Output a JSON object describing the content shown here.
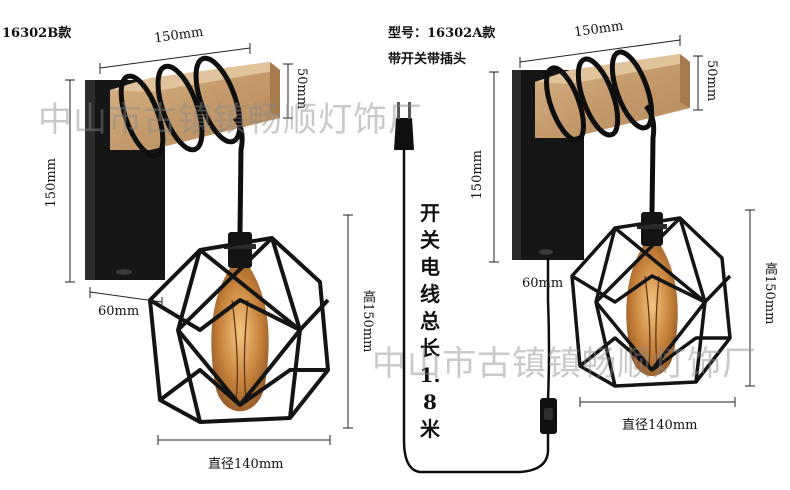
{
  "model_b_code": "16302B款",
  "model_a": {
    "model_line": "型号：16302A款",
    "feature_line": "带开关带插头"
  },
  "dims_b": {
    "width_top": "150mm",
    "height_block": "50mm",
    "height_backplate": "150mm",
    "depth": "60mm",
    "shade_height": "高150mm",
    "shade_diameter": "直径140mm"
  },
  "dims_a": {
    "width_top": "150mm",
    "height_block": "50mm",
    "height_backplate": "150mm",
    "depth": "60mm",
    "shade_height": "高150mm",
    "shade_diameter": "直径140mm"
  },
  "cord_note": "开关电线总长1.8米",
  "watermark": "中山市古镇镇畅顺灯饰厂",
  "colors": {
    "metal": "#1a1a1a",
    "wood": "#c9a27a",
    "bulb": "#c8843a",
    "dimline": "#222222"
  }
}
